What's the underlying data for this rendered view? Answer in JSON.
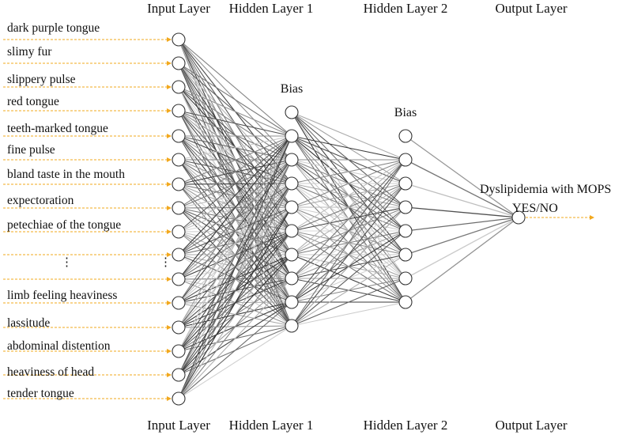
{
  "layers": {
    "input": "Input Layer",
    "hidden1": "Hidden Layer 1",
    "hidden2": "Hidden Layer 2",
    "output": "Output Layer"
  },
  "bias_label": "Bias",
  "features": [
    "dark purple tongue",
    "slimy fur",
    "slippery pulse",
    "red tongue",
    "teeth-marked tongue",
    "fine pulse",
    "bland taste in the mouth",
    "expectoration",
    "petechiae of the tongue",
    "limb feeling heaviness",
    "lassitude",
    "abdominal distention",
    "heaviness of head",
    "tender tongue"
  ],
  "ellipsis": "⋮",
  "output": {
    "title": "Dyslipidemia with MOPS",
    "value": "YES/NO"
  },
  "colors": {
    "arrow": "#f2a81d",
    "node_stroke": "#333333"
  }
}
